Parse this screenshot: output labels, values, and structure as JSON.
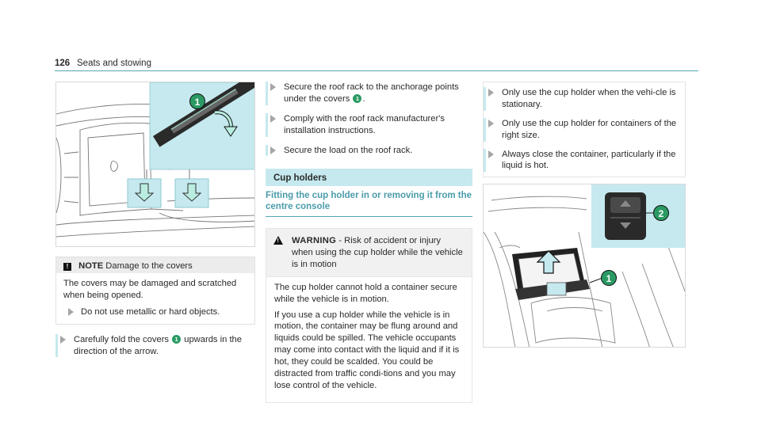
{
  "header": {
    "page_number": "126",
    "section": "Seats and stowing"
  },
  "left": {
    "figure": {
      "callout": "1"
    },
    "note": {
      "badge": "!",
      "title": "NOTE",
      "title_rest": "Damage to the covers",
      "body": "The covers may be damaged and scratched when being opened.",
      "step": "Do not use metallic or hard objects."
    },
    "step": {
      "pre": "Carefully fold the covers",
      "callout": "1",
      "post": "upwards in the direction of the arrow."
    }
  },
  "middle": {
    "step1": {
      "pre": "Secure the roof rack to the anchorage points under the covers",
      "callout": "1",
      "post": "."
    },
    "step2": "Comply with the roof rack manufacturer's installation instructions.",
    "step3": "Secure the load on the roof rack.",
    "section_title": "Cup holders",
    "subhead": "Fitting the cup holder in or removing it from the centre console",
    "warning": {
      "title": "WARNING",
      "title_rest": "- Risk of accident or injury when using the cup holder while the vehicle is in motion",
      "p1": "The cup holder cannot hold a container secure while the vehicle is in motion.",
      "p2": "If you use a cup holder while the vehicle is in motion, the container may be flung around and liquids could be spilled. The vehicle occupants may come into contact with the liquid and if it is hot, they could be scalded. You could be distracted from traffic condi-tions and you may lose control of the vehicle."
    }
  },
  "right": {
    "bullets": [
      "Only use the cup holder when the vehi-cle is stationary.",
      "Only use the cup holder for containers of the right size.",
      "Always close the container, particularly if the liquid is hot."
    ],
    "figure": {
      "callout1": "1",
      "callout2": "2"
    }
  }
}
